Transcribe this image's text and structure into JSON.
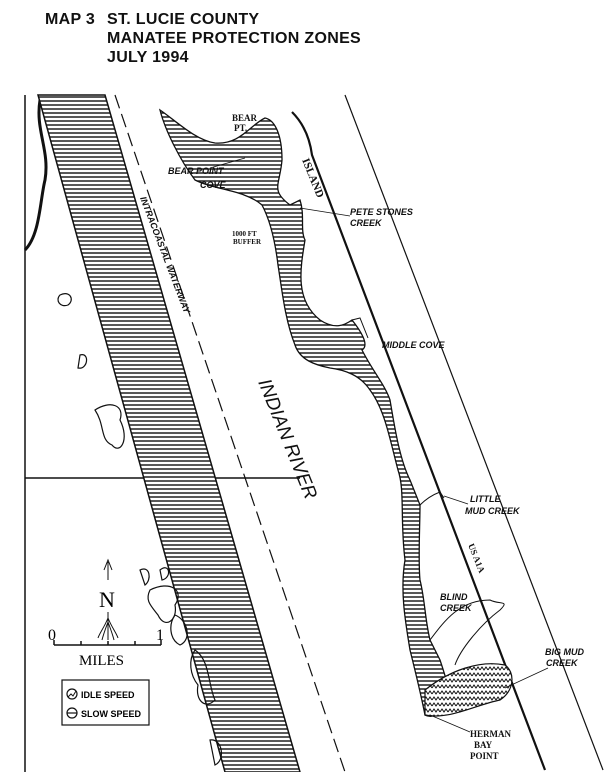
{
  "title": {
    "map_number": "MAP 3",
    "line1": "ST. LUCIE COUNTY",
    "line2": "MANATEE PROTECTION ZONES",
    "line3": "JULY 1994"
  },
  "labels": {
    "bear_pt_1": "BEAR",
    "bear_pt_2": "PT.",
    "bear_point_cove_1": "BEAR POINT",
    "bear_point_cove_2": "COVE",
    "buffer_1": "1000 FT",
    "buffer_2": "BUFFER",
    "pete_stones_1": "PETE STONES",
    "pete_stones_2": "CREEK",
    "island": "ISLAND",
    "intracoastal": "INTRACOASTAL WATERWAY",
    "indian_river": "INDIAN RIVER",
    "middle_cove": "MIDDLE COVE",
    "little_mud_1": "LITTLE",
    "little_mud_2": "MUD CREEK",
    "us_a1a": "US A1A",
    "blind_creek_1": "BLIND",
    "blind_creek_2": "CREEK",
    "big_mud_1": "BIG MUD",
    "big_mud_2": "CREEK",
    "herman_1": "HERMAN",
    "herman_2": "BAY",
    "herman_3": "POINT"
  },
  "compass": {
    "north": "N"
  },
  "scale": {
    "start": "0",
    "end": "1",
    "unit": "MILES"
  },
  "legend": {
    "items": [
      {
        "label": "IDLE SPEED"
      },
      {
        "label": "SLOW SPEED"
      }
    ]
  }
}
